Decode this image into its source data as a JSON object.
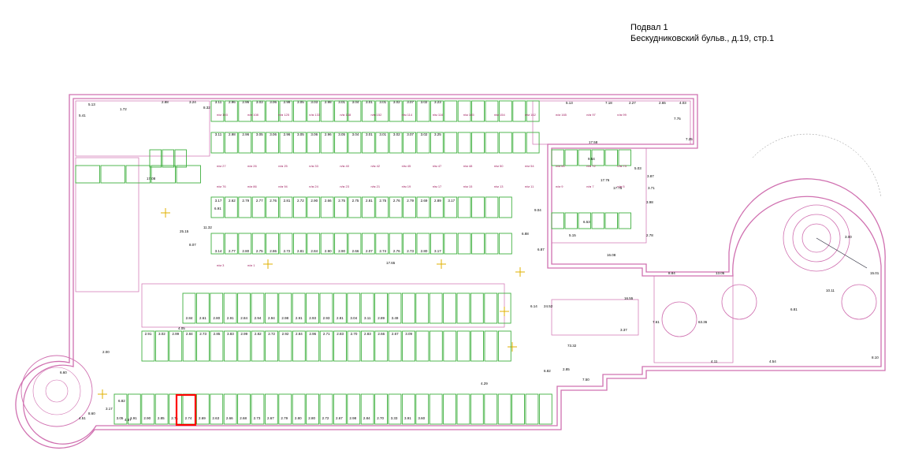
{
  "header": {
    "title": "Подвал 1",
    "address": "Бескудниковский бульв., д.19, стр.1"
  },
  "colors": {
    "wall": "#d070b0",
    "partition": "#40b040",
    "highlight": "#ff0000",
    "room_label": "#a02060",
    "dim_text": "#000000"
  },
  "labels": {
    "top_row_dims": [
      "3.11",
      "2.96",
      "2.96",
      "3.03",
      "3.06",
      "2.98",
      "3.05",
      "3.03",
      "2.98",
      "3.01",
      "3.04",
      "3.01",
      "3.01",
      "3.02",
      "3.07",
      "3.02",
      "3.23"
    ],
    "second_row_dims": [
      "3.11",
      "2.98",
      "2.96",
      "3.05",
      "3.06",
      "2.96",
      "3.05",
      "3.06",
      "2.96",
      "3.05",
      "3.04",
      "3.01",
      "3.01",
      "3.02",
      "3.07",
      "3.02",
      "3.25"
    ],
    "center_top_dims": [
      "3.17",
      "2.62",
      "2.79",
      "2.77",
      "2.76",
      "2.81",
      "2.72",
      "2.90",
      "2.66",
      "2.75",
      "2.75",
      "2.81",
      "2.75",
      "2.76",
      "2.79",
      "2.69",
      "2.89",
      "3.17"
    ],
    "center_bottom_dims": [
      "3.14",
      "2.77",
      "2.80",
      "2.75",
      "2.86",
      "2.72",
      "2.81",
      "2.84",
      "2.90",
      "2.90",
      "2.66",
      "2.07",
      "2.74",
      "2.76",
      "2.73",
      "2.80",
      "3.17"
    ],
    "mid_row_dims": [
      "2.84",
      "2.61",
      "2.80",
      "2.91",
      "2.84",
      "2.94",
      "2.94",
      "2.98",
      "2.91",
      "2.93",
      "2.93",
      "2.81",
      "3.04",
      "3.11",
      "2.89",
      "3.49"
    ],
    "lower_row_dims": [
      "2.91",
      "3.02",
      "2.99",
      "2.84",
      "2.73",
      "2.85",
      "3.83",
      "2.99",
      "2.82",
      "2.72",
      "2.92",
      "2.84",
      "2.96",
      "2.71",
      "2.83",
      "2.70",
      "2.83",
      "2.66",
      "2.67",
      "3.09"
    ],
    "bottom_row_dims": [
      "3.05",
      "2.91",
      "2.90",
      "2.85",
      "2.71",
      "2.74",
      "2.69",
      "2.63",
      "2.66",
      "2.68",
      "2.73",
      "2.67",
      "2.79",
      "2.80",
      "2.80",
      "2.72",
      "2.67",
      "2.98",
      "2.84",
      "2.70",
      "3.33",
      "3.91",
      "3.60"
    ],
    "room_tags": [
      "п/м 103",
      "п/м 108",
      "п/м 125",
      "п/м 133",
      "п/м 138",
      "п/м 152",
      "п/м 114",
      "п/м 116",
      "п/м 145",
      "п/м 154",
      "п/м 162",
      "п/м 165",
      "п/м 97",
      "п/м 99",
      "п/м 27",
      "п/м 26",
      "п/м 25",
      "п/м 33",
      "п/м 40",
      "п/м 42",
      "п/м 45",
      "п/м 47",
      "п/м 48",
      "п/м 50",
      "п/м 54",
      "п/м 60",
      "п/м 72",
      "п/м 73",
      "п/м 76",
      "п/м 86",
      "п/м 94",
      "п/м 24",
      "п/м 23",
      "п/м 21",
      "п/м 19",
      "п/м 17",
      "п/м 15",
      "п/м 13",
      "п/м 11",
      "п/м 9",
      "п/м 7",
      "п/м 5",
      "п/м 3",
      "п/м 1"
    ],
    "misc_dims": [
      "5.13",
      "1.72",
      "2.88",
      "3.24",
      "5.41",
      "5.13",
      "7.18",
      "2.27",
      "2.65",
      "4.03",
      "7.75",
      "7.25",
      "8.32",
      "6.82",
      "25.15",
      "17.08",
      "8.07",
      "11.32",
      "4.05",
      "6.91",
      "17.65",
      "16.08",
      "6.88",
      "8.84",
      "13.05",
      "6.81",
      "3.00",
      "15.01",
      "10.11",
      "16.55",
      "3.37",
      "7.61",
      "63.36",
      "4.11",
      "4.54",
      "8.10",
      "24.52",
      "73.32",
      "6.14",
      "4.29",
      "6.82",
      "3.17",
      "8.60",
      "4.67",
      "4.51",
      "6.60",
      "2.00",
      "5.15",
      "6.87",
      "9.04",
      "17.58",
      "9.54",
      "17.76",
      "17.75",
      "6.53",
      "5.03",
      "3.87",
      "3.71",
      "3.98",
      "2.78",
      "7.50",
      "2.85"
    ]
  }
}
